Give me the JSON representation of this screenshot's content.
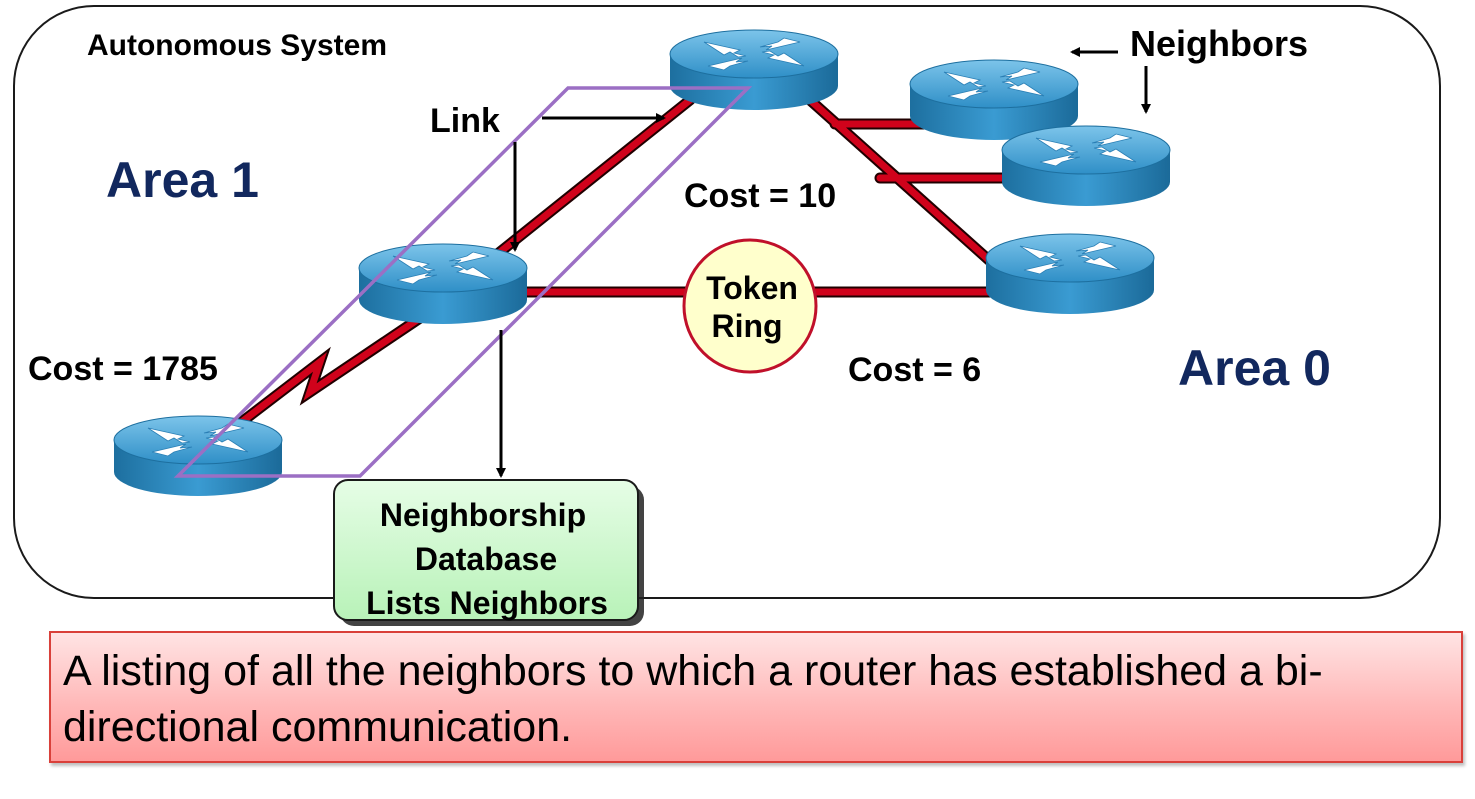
{
  "title": "Autonomous System",
  "areas": {
    "area1": "Area 1",
    "area0": "Area 0"
  },
  "labels": {
    "link": "Link",
    "neighbors": "Neighbors",
    "cost_1785": "Cost = 1785",
    "cost_10": "Cost = 10",
    "cost_6": "Cost = 6"
  },
  "token_ring": {
    "line1": "Token",
    "line2": "Ring"
  },
  "database_box": {
    "line1": "Neighborship",
    "line2": "Database",
    "line3": "Lists Neighbors"
  },
  "caption": "A listing of all the neighbors to which a router has established a bi-directional communication.",
  "colors": {
    "link_red": "#d0021b",
    "area_text": "#12285e",
    "router_blue": "#3b97cc",
    "highlight_purple": "#9b6fc4",
    "db_box": "#c8f7c8",
    "token_ring": "#ffffcc"
  },
  "icons": [
    "router-icon",
    "serial-link-zigzag-icon",
    "arrow-icon"
  ]
}
